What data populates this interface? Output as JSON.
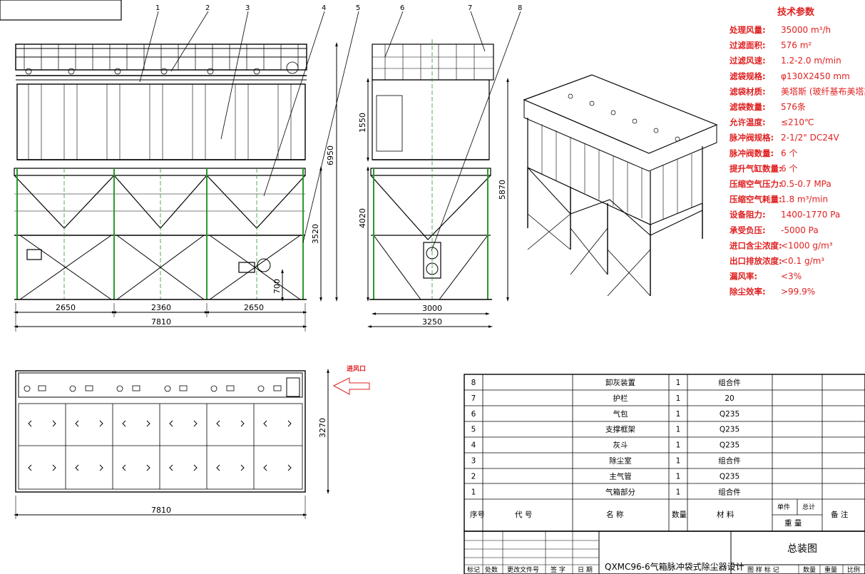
{
  "callouts": [
    "1",
    "2",
    "3",
    "4",
    "5",
    "6",
    "7",
    "8"
  ],
  "front_view": {
    "dims": {
      "h_total": "6950",
      "h_col": "3520",
      "h_outlet": "700",
      "w_left": "2650",
      "w_mid": "2360",
      "w_right": "2650",
      "w_total": "7810"
    }
  },
  "side_view": {
    "dims": {
      "h_box": "1550",
      "h_hopper": "4020",
      "h_total": "5870",
      "w_inner": "3000",
      "w_total": "3250"
    }
  },
  "plan_view": {
    "inlet_label": "进风口",
    "dims": {
      "depth": "3270",
      "width": "7810"
    }
  },
  "specs": {
    "title": "技术参数",
    "items": [
      {
        "label": "处理风量:",
        "value": "35000 m³/h"
      },
      {
        "label": "过滤面积:",
        "value": "576 m²"
      },
      {
        "label": "过滤风速:",
        "value": "1.2-2.0 m/min"
      },
      {
        "label": "滤袋规格:",
        "value": "φ130X2450 mm"
      },
      {
        "label": "滤袋材质:",
        "value": "美塔斯 (玻纤基布美塔斯)"
      },
      {
        "label": "滤袋数量:",
        "value": "576条"
      },
      {
        "label": "允许温度:",
        "value": "≤210℃"
      },
      {
        "label": "脉冲阀规格:",
        "value": "2-1/2\"  DC24V"
      },
      {
        "label": "脉冲阀数量:",
        "value": "6 个"
      },
      {
        "label": "提升气缸数量:",
        "value": "6 个"
      },
      {
        "label": "压缩空气压力:",
        "value": "0.5-0.7 MPa"
      },
      {
        "label": "压缩空气耗量:",
        "value": "1.8 m³/min"
      },
      {
        "label": "设备阻力:",
        "value": "1400-1770 Pa"
      },
      {
        "label": "承受负压:",
        "value": "-5000 Pa"
      },
      {
        "label": "进口含尘浓度:",
        "value": "<1000 g/m³"
      },
      {
        "label": "出口排放浓度:",
        "value": "<0.1 g/m³"
      },
      {
        "label": "漏风率:",
        "value": "<3%"
      },
      {
        "label": "除尘效率:",
        "value": ">99.9%"
      }
    ]
  },
  "bom": {
    "rows": [
      {
        "no": "8",
        "code": "",
        "name": "卸灰装置",
        "qty": "1",
        "material": "组合件"
      },
      {
        "no": "7",
        "code": "",
        "name": "护栏",
        "qty": "1",
        "material": "20"
      },
      {
        "no": "6",
        "code": "",
        "name": "气包",
        "qty": "1",
        "material": "Q235"
      },
      {
        "no": "5",
        "code": "",
        "name": "支撑框架",
        "qty": "1",
        "material": "Q235"
      },
      {
        "no": "4",
        "code": "",
        "name": "灰斗",
        "qty": "1",
        "material": "Q235"
      },
      {
        "no": "3",
        "code": "",
        "name": "除尘室",
        "qty": "1",
        "material": "组合件"
      },
      {
        "no": "2",
        "code": "",
        "name": "主气管",
        "qty": "1",
        "material": "Q235"
      },
      {
        "no": "1",
        "code": "",
        "name": "气箱部分",
        "qty": "1",
        "material": "组合件"
      }
    ],
    "header": {
      "no": "序号",
      "code": "代  号",
      "name": "名  称",
      "qty": "数量",
      "material": "材  料",
      "unit": "单件",
      "total": "总计",
      "weight": "重 量",
      "remark": "备 注"
    }
  },
  "title_block": {
    "project": "QXMC96-6气箱脉冲袋式除尘器设计",
    "drawing": "总装图",
    "cells": [
      "标记",
      "处数",
      "更改文件号",
      "签 字",
      "日 期",
      "图 样 标 记",
      "数量",
      "重量",
      "比例"
    ]
  }
}
